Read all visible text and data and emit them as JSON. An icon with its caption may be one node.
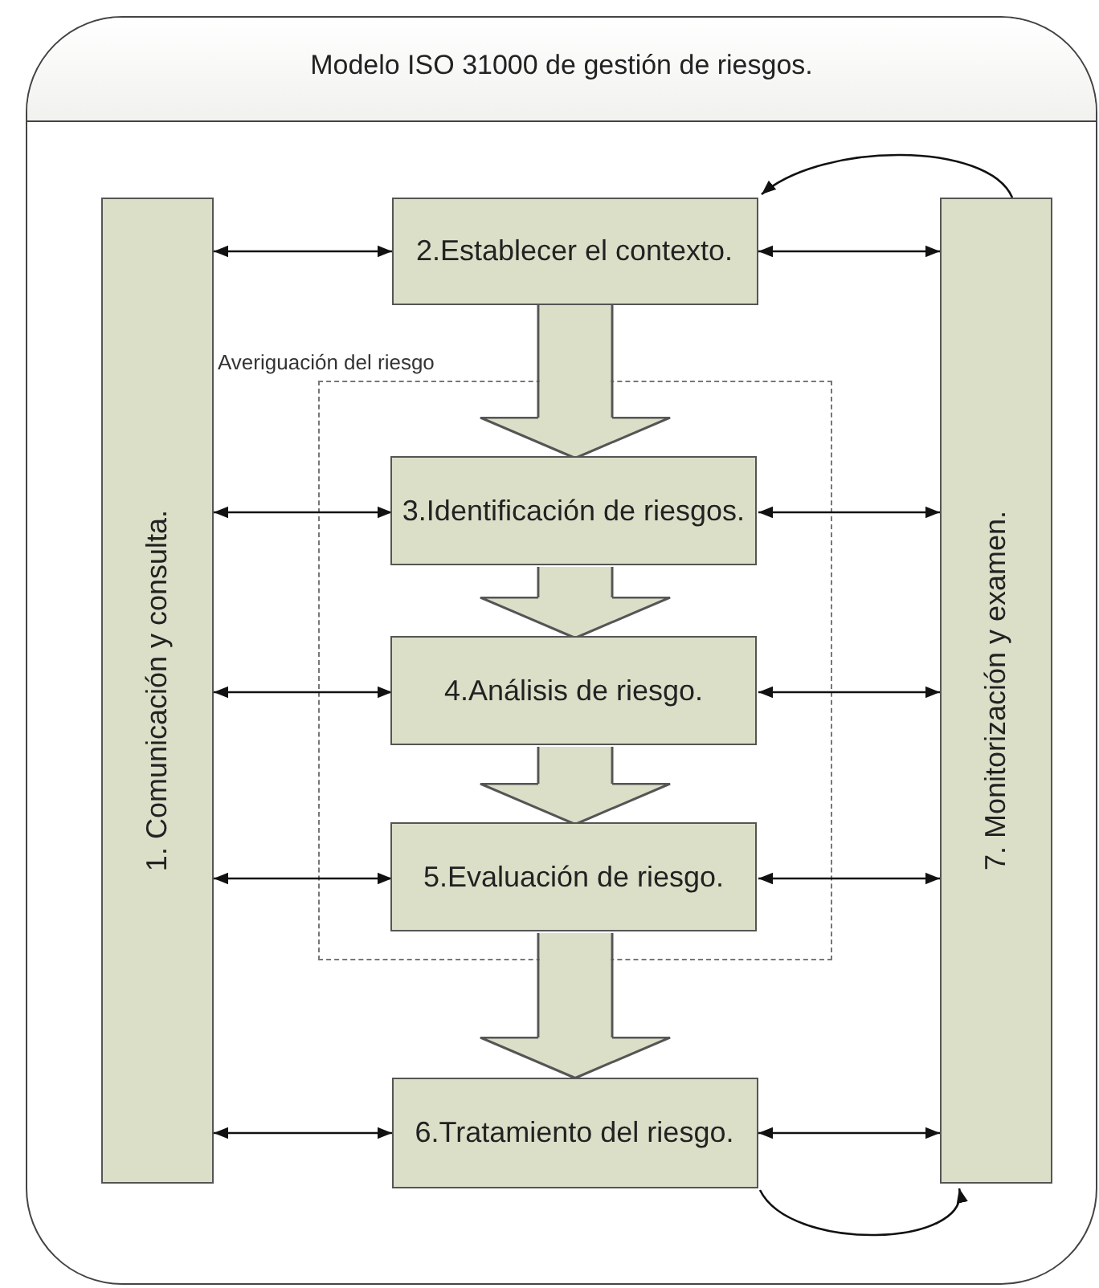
{
  "diagram": {
    "nodes": [
      {
        "text": [
          "Modelo ISO 31000 de gestión de riesgos."
        ]
      },
      {
        "text": [
          "1. Comunicación y consulta."
        ],
        "in": 0
      },
      {
        "text": [
          "2.Establecer el contexto."
        ],
        "in": 0
      },
      {
        "text": [
          "Averiguación del riesgo"
        ],
        "in": 0
      },
      {
        "text": [
          "3.Identificación de riesgos."
        ],
        "in": 3
      },
      {
        "text": [
          "4.Análisis de riesgo."
        ],
        "in": 3
      },
      {
        "text": [
          "5.Evaluación de riesgo."
        ],
        "in": 3
      },
      {
        "text": [
          "6.Tratamiento del riesgo."
        ],
        "in": 0
      },
      {
        "text": [
          "7. Monitorización y examen."
        ],
        "in": 0
      }
    ],
    "edges": [
      {
        "from": 1,
        "to": 2,
        "arrow": "both"
      },
      {
        "from": 2,
        "to": 8,
        "arrow": "both"
      },
      {
        "from": 2,
        "to": 4,
        "arrow": "to",
        "style": "thick",
        "color": "#dcdfc8"
      },
      {
        "from": 1,
        "to": 4,
        "arrow": "both"
      },
      {
        "from": 4,
        "to": 8,
        "arrow": "both"
      },
      {
        "from": 4,
        "to": 5,
        "arrow": "to",
        "style": "thick",
        "color": "#dcdfc8"
      },
      {
        "from": 1,
        "to": 5,
        "arrow": "both"
      },
      {
        "from": 5,
        "to": 8,
        "arrow": "both"
      },
      {
        "from": 5,
        "to": 6,
        "arrow": "to",
        "style": "thick",
        "color": "#dcdfc8"
      },
      {
        "from": 1,
        "to": 6,
        "arrow": "both"
      },
      {
        "from": 6,
        "to": 8,
        "arrow": "both"
      },
      {
        "from": 6,
        "to": 7,
        "arrow": "to",
        "style": "thick",
        "color": "#dcdfc8"
      },
      {
        "from": 1,
        "to": 7,
        "arrow": "both"
      },
      {
        "from": 7,
        "to": 8,
        "arrow": "both"
      },
      {
        "from": 8,
        "to": 2,
        "arrow": "to"
      },
      {
        "from": 7,
        "to": 8,
        "arrow": "to"
      }
    ]
  }
}
